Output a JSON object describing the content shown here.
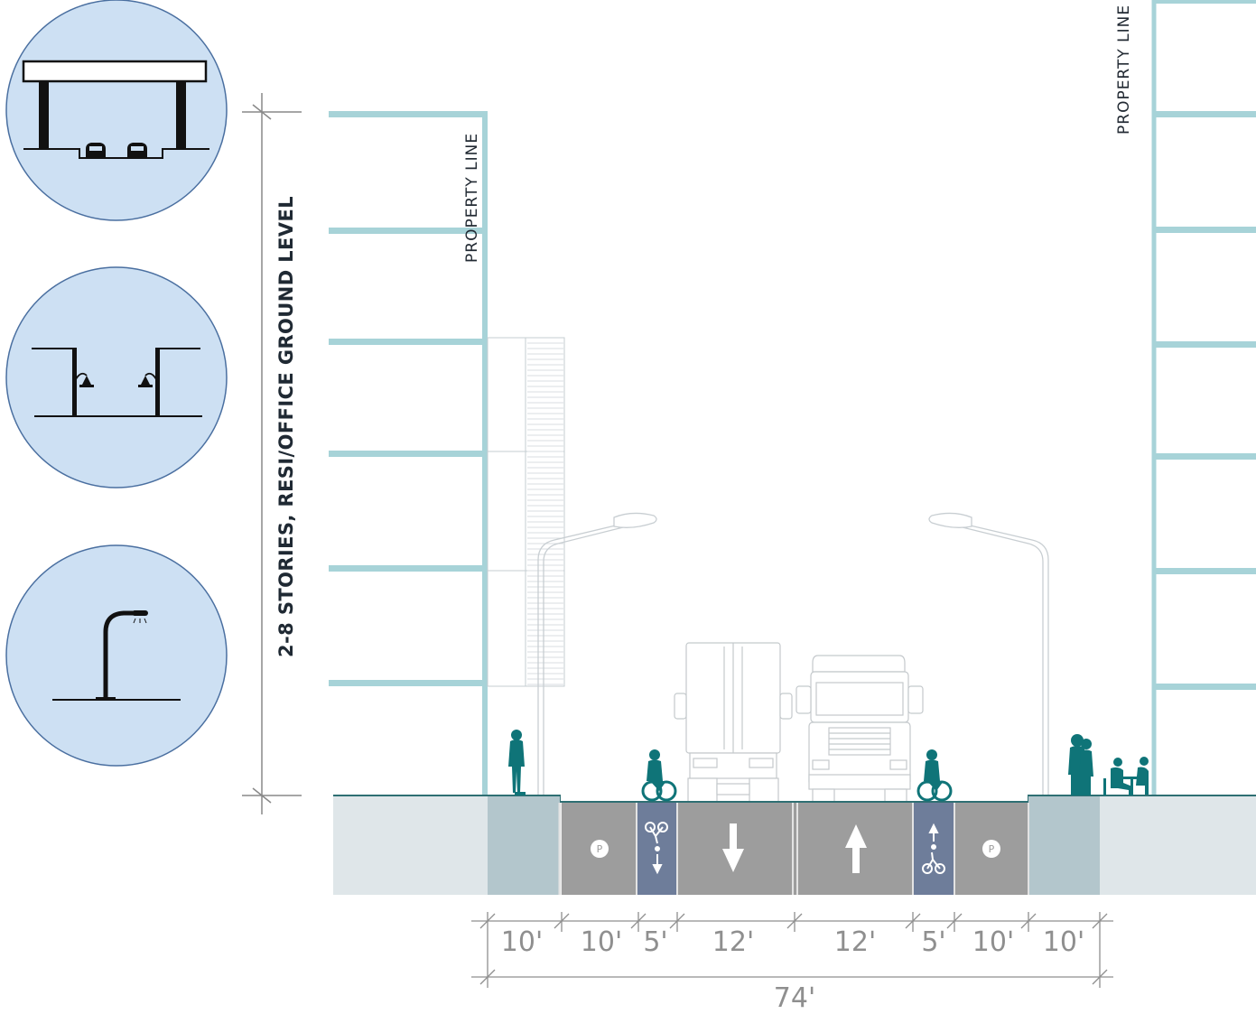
{
  "diagram": {
    "building_height_label": "2-8 STORIES, RESI/OFFICE GROUND LEVEL",
    "property_line_left": "PROPERTY LINE",
    "property_line_right": "PROPERTY LINE",
    "segments": [
      {
        "label": "10'",
        "kind": "sidewalk"
      },
      {
        "label": "10'",
        "kind": "parking",
        "marking": "P"
      },
      {
        "label": "5'",
        "kind": "bike-lane",
        "direction": "down"
      },
      {
        "label": "12'",
        "kind": "travel-lane",
        "direction": "down"
      },
      {
        "label": "12'",
        "kind": "travel-lane",
        "direction": "up"
      },
      {
        "label": "5'",
        "kind": "bike-lane",
        "direction": "up"
      },
      {
        "label": "10'",
        "kind": "parking",
        "marking": "P"
      },
      {
        "label": "10'",
        "kind": "sidewalk"
      }
    ],
    "total_width_label": "74'",
    "context_icons": [
      "elevated-highway-icon",
      "street-lamps-icon",
      "street-light-icon"
    ],
    "colors": {
      "building": "#a7d3d8",
      "pedestrian": "#0f7478",
      "lane": "#9d9d9d",
      "bike_lane": "#6e7d9a",
      "sidewalk": "#b3c6cc",
      "ground": "#dfe6e9",
      "icon_circle": "#cde0f3"
    }
  }
}
